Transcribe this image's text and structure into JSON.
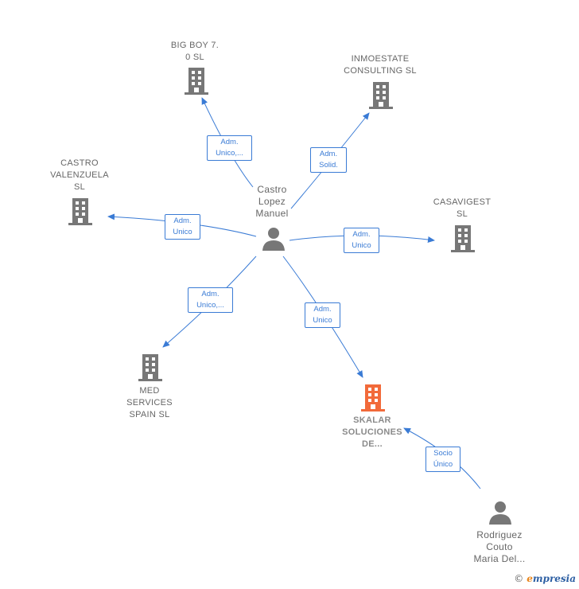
{
  "nodes": {
    "center_person": {
      "label": "Castro\nLopez\nManuel"
    },
    "big_boy": {
      "label": "BIG BOY 7.\n0  SL"
    },
    "inmoestate": {
      "label": "INMOESTATE\nCONSULTING SL"
    },
    "castro_valenzuela": {
      "label": "CASTRO\nVALENZUELA\nSL"
    },
    "casavigest": {
      "label": "CASAVIGEST\nSL"
    },
    "med_services": {
      "label": "MED\nSERVICES\nSPAIN SL"
    },
    "skalar": {
      "label": "SKALAR\nSOLUCIONES\nDE..."
    },
    "rodriguez": {
      "label": "Rodriguez\nCouto\nMaria Del..."
    }
  },
  "edges": {
    "to_big_boy": {
      "label": "Adm.\nUnico,..."
    },
    "to_inmoestate": {
      "label": "Adm.\nSolid."
    },
    "to_castro_valenzuela": {
      "label": "Adm.\nUnico"
    },
    "to_casavigest": {
      "label": "Adm.\nUnico"
    },
    "to_med_services": {
      "label": "Adm.\nUnico,..."
    },
    "to_skalar": {
      "label": "Adm.\nUnico"
    },
    "rodriguez_to_skalar": {
      "label": "Socio\nÚnico"
    }
  },
  "footer": {
    "copyright": "©",
    "brand_initial": "e",
    "brand_rest": "mpresia"
  },
  "colors": {
    "edge": "#3a7bd5",
    "company_icon": "#777777",
    "highlight_icon": "#f26a3a",
    "person_icon": "#777777"
  }
}
